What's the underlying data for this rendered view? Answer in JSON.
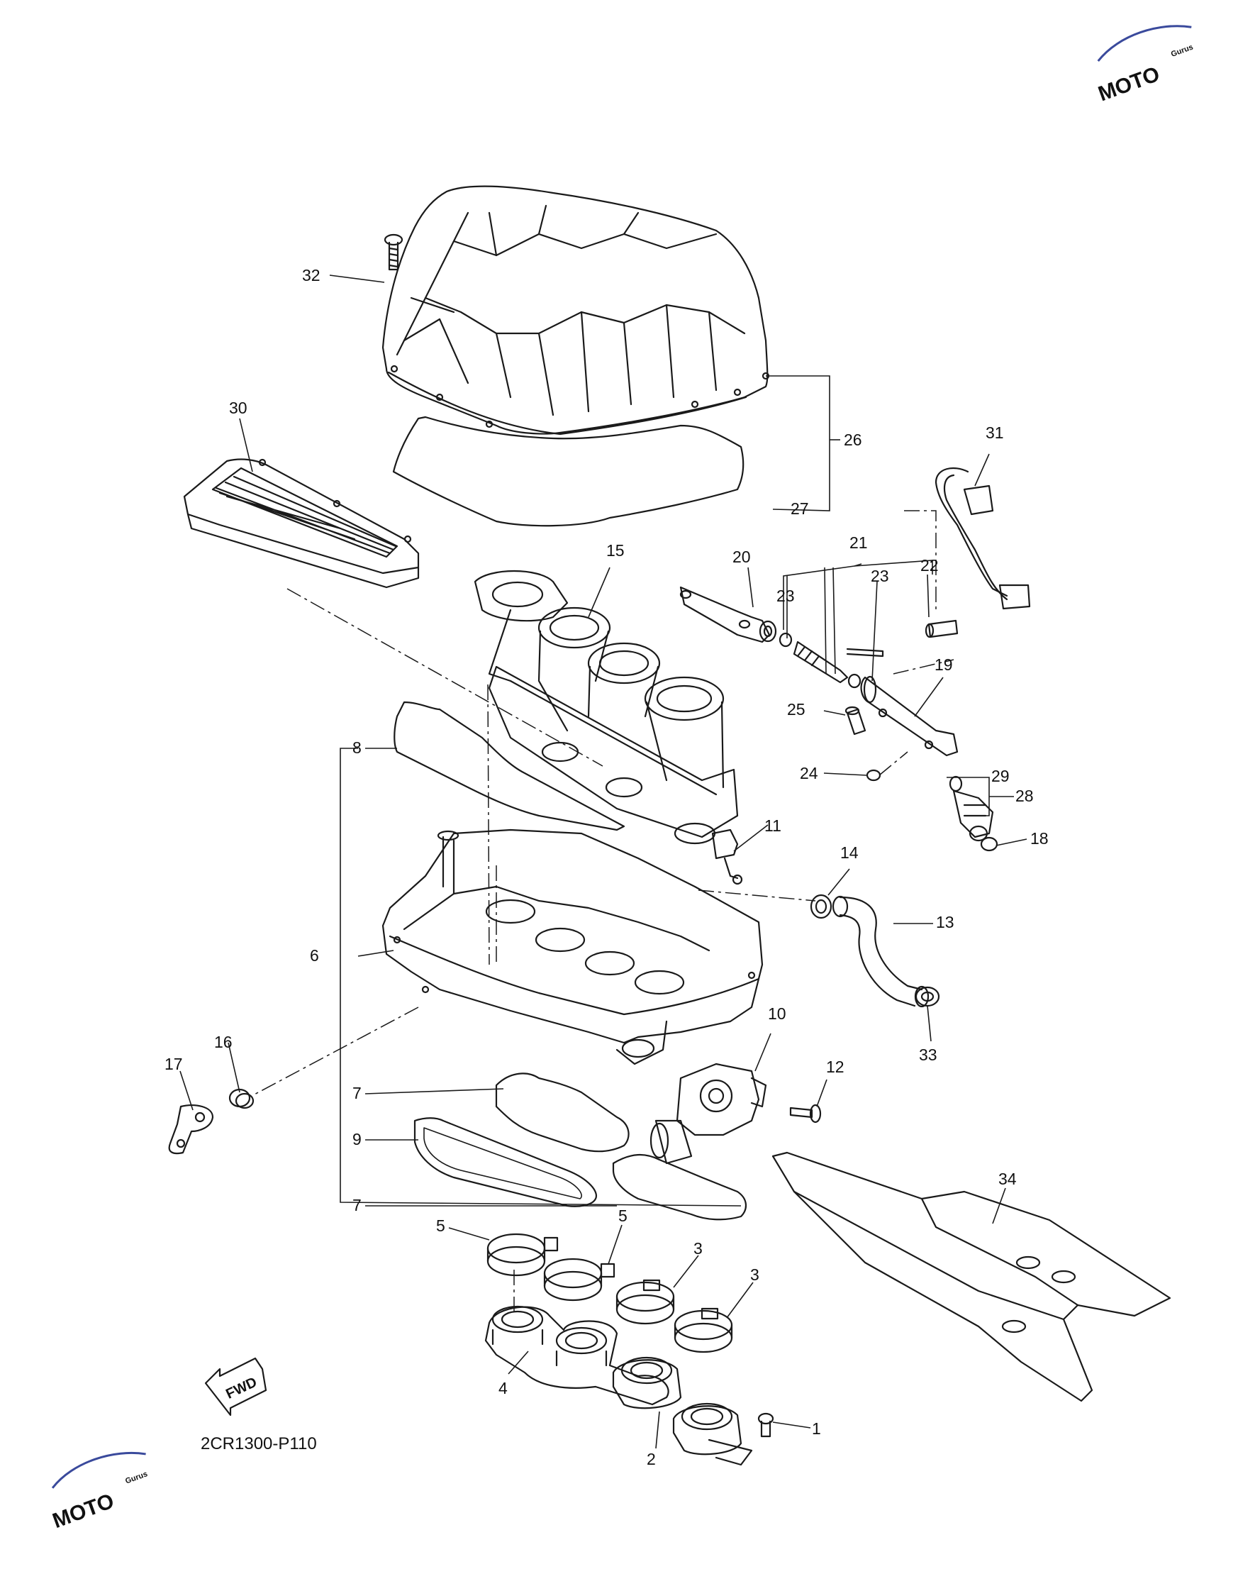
{
  "diagram": {
    "code": "2CR1300-P110",
    "fwd_label": "FWD",
    "callouts": [
      "1",
      "2",
      "3",
      "3",
      "4",
      "5",
      "5",
      "6",
      "7",
      "7",
      "8",
      "9",
      "10",
      "11",
      "12",
      "13",
      "14",
      "15",
      "16",
      "17",
      "18",
      "19",
      "20",
      "21",
      "22",
      "23",
      "23",
      "24",
      "25",
      "26",
      "27",
      "28",
      "29",
      "30",
      "31",
      "32",
      "33",
      "34"
    ]
  },
  "watermark": {
    "brand": "MOTO",
    "sub": "Gurus",
    "colors": {
      "primary": "#d6283a",
      "secondary": "#3a4a9c"
    }
  }
}
